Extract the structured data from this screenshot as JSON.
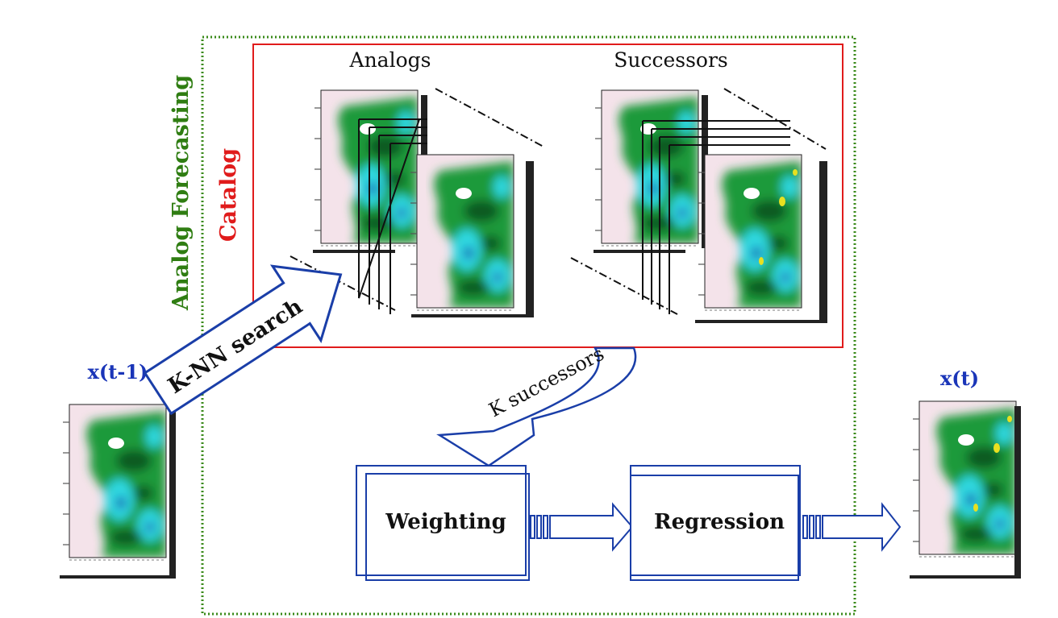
{
  "diagram": {
    "outer_label": "Analog Forecasting",
    "catalog_label": "Catalog",
    "analogs_label": "Analogs",
    "successors_label": "Successors",
    "input_label": "x(t-1)",
    "output_label": "x(t)",
    "knn_label": "K-NN search",
    "k_successors_label": "K successors",
    "weighting_label": "Weighting",
    "regression_label": "Regression"
  },
  "colors": {
    "outer_border": "#3a8a1a",
    "outer_text": "#2f7d12",
    "catalog_border": "#e01b1b",
    "catalog_text": "#e01b1b",
    "state_text": "#1a35b8",
    "arrow_stroke": "#1a3ea8",
    "map_land": "#f4e3ea",
    "map_green": "#1a9a3a",
    "map_cyan": "#2fd8e0",
    "map_dark": "#0b5a24",
    "map_blue": "#1a4fb0",
    "map_yellow": "#e8e020"
  }
}
